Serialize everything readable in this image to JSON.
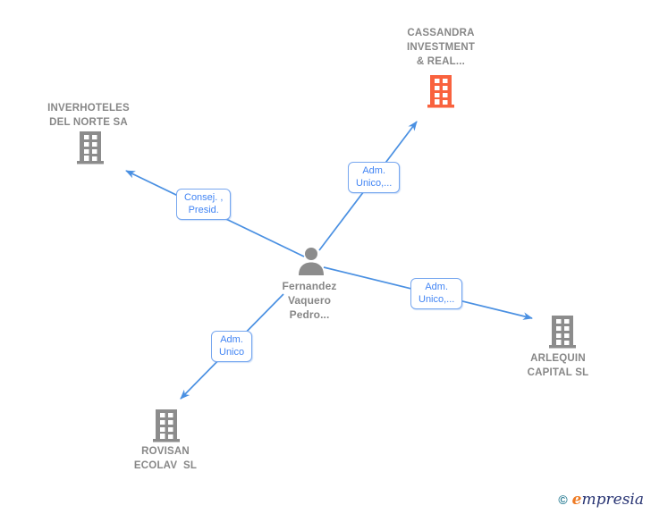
{
  "graph": {
    "type": "corporate-relationship-network",
    "nodes": {
      "person": {
        "label": "Fernandez\nVaquero\nPedro...",
        "icon": "person-icon",
        "color": "#8c8c8c"
      },
      "cassandra": {
        "label": "CASSANDRA\nINVESTMENT\n& REAL...",
        "icon": "building-icon",
        "highlighted": true,
        "color": "#f9623e"
      },
      "inverhoteles": {
        "label": "INVERHOTELES\nDEL NORTE SA",
        "icon": "building-icon",
        "highlighted": false,
        "color": "#8c8c8c"
      },
      "arlequin": {
        "label": "ARLEQUIN\nCAPITAL SL",
        "icon": "building-icon",
        "highlighted": false,
        "color": "#8c8c8c"
      },
      "rovisan": {
        "label": "ROVISAN\nECOLAV  SL",
        "icon": "building-icon",
        "highlighted": false,
        "color": "#8c8c8c"
      }
    },
    "edges": {
      "to_inverhoteles": {
        "from": "person",
        "to": "inverhoteles",
        "label": "Consej. ,\nPresid."
      },
      "to_cassandra": {
        "from": "person",
        "to": "cassandra",
        "label": "Adm.\nUnico,..."
      },
      "to_arlequin": {
        "from": "person",
        "to": "arlequin",
        "label": "Adm.\nUnico,..."
      },
      "to_rovisan": {
        "from": "person",
        "to": "rovisan",
        "label": "Adm.\nUnico"
      }
    },
    "colors": {
      "edge_blue": "#4a90e2",
      "edge_label_text": "#4285f4",
      "edge_label_border": "#77a7ef",
      "node_gray": "#8c8c8c",
      "node_text_gray": "#878787",
      "highlight_orange": "#f9623e",
      "background": "#ffffff"
    }
  },
  "footer": {
    "copyright": "©",
    "brand_first": "e",
    "brand_rest": "mpresia",
    "brand_colors": {
      "copyright_teal": "#2d7f96",
      "e_orange": "#ee7a23",
      "rest_navy": "#283473"
    }
  }
}
